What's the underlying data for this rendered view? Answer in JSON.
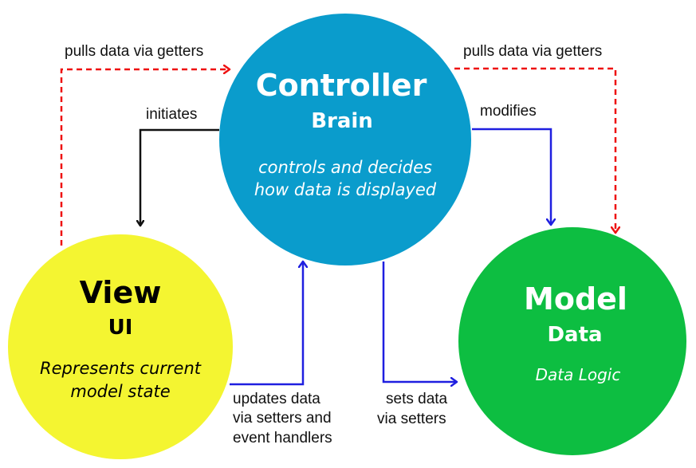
{
  "colors": {
    "controller": "#0a9ccc",
    "view": "#f4f531",
    "model": "#0dbe41",
    "black_arrow": "#111111",
    "blue_arrow": "#1f1fe0",
    "red_arrow": "#ee1111"
  },
  "controller": {
    "title": "Controller",
    "subtitle": "Brain",
    "desc_line1": "controls and decides",
    "desc_line2": "how data is displayed"
  },
  "view": {
    "title": "View",
    "subtitle": "UI",
    "desc_line1": "Represents current",
    "desc_line2": "model state"
  },
  "model": {
    "title": "Model",
    "subtitle": "Data",
    "desc_line1": "Data Logic"
  },
  "labels": {
    "pulls_left": "pulls data via getters",
    "pulls_right": "pulls data via getters",
    "initiates": "initiates",
    "modifies": "modifies",
    "updates_line1": "updates data",
    "updates_line2": "via setters and",
    "updates_line3": "event handlers",
    "sets_line1": "sets data",
    "sets_line2": "via setters"
  }
}
